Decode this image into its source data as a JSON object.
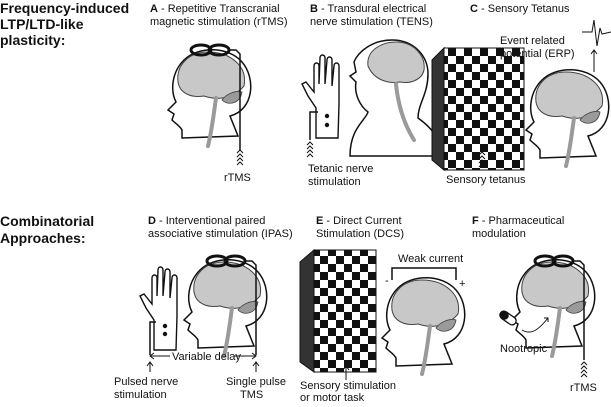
{
  "sections": {
    "frequency": [
      "Frequency-induced",
      "LTP/LTD-like",
      "plasticity:"
    ],
    "combinatorial": [
      "Combinatorial",
      "Approaches:"
    ]
  },
  "panels": {
    "A": {
      "letter": "A",
      "title": [
        " - Repetitive Transcranial",
        "magnetic stimulation (rTMS)"
      ],
      "labels": {
        "rtms": "rTMS"
      }
    },
    "B": {
      "letter": "B",
      "title": [
        " - Transdural electrical",
        "nerve stimulation (TENS)"
      ],
      "labels": {
        "tetanic": [
          "Tetanic nerve",
          "stimulation"
        ]
      }
    },
    "C": {
      "letter": "C",
      "title": [
        " - Sensory Tetanus"
      ],
      "labels": {
        "erp": [
          "Event related",
          "potential (ERP)"
        ],
        "sensory": "Sensory tetanus"
      }
    },
    "D": {
      "letter": "D",
      "title": [
        " - Interventional paired",
        "associative stimulation (IPAS)"
      ],
      "labels": {
        "delay": "Variable delay",
        "pulsed": [
          "Pulsed nerve",
          "stimulation"
        ],
        "single": [
          "Single pulse",
          "TMS"
        ]
      }
    },
    "E": {
      "letter": "E",
      "title": [
        " - Direct Current",
        "Stimulation (DCS)"
      ],
      "labels": {
        "weak": "Weak current",
        "minus": "-",
        "plus": "+",
        "task": [
          "Sensory stimulation",
          "or motor task"
        ]
      }
    },
    "F": {
      "letter": "F",
      "title": [
        " - Pharmaceutical",
        "modulation"
      ],
      "labels": {
        "nootropic": "Nootropic",
        "rtms": "rTMS"
      }
    }
  }
}
